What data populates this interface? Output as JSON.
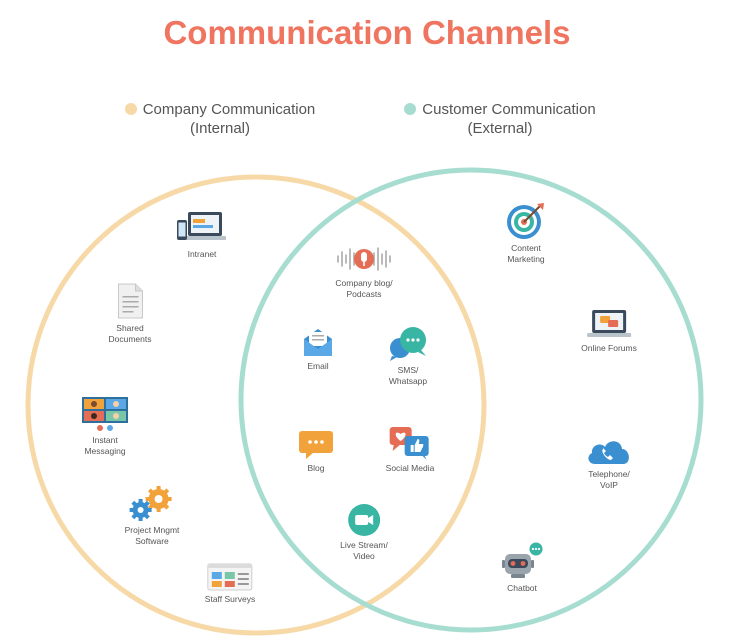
{
  "title": "Communication Channels",
  "colors": {
    "title": "#f07560",
    "internal": "#f7d9a8",
    "external": "#a7ddd0"
  },
  "legend": {
    "internal": {
      "line1": "Company Communication",
      "line2": "(Internal)"
    },
    "external": {
      "line1": "Customer Communication",
      "line2": "(External)"
    }
  },
  "internal": [
    {
      "label": "Intranet",
      "icon": "laptop-phone-icon"
    },
    {
      "label": "Shared\nDocuments",
      "icon": "document-icon"
    },
    {
      "label": "Instant\nMessaging",
      "icon": "video-call-icon"
    },
    {
      "label": "Project Mngmt\nSoftware",
      "icon": "gears-icon"
    },
    {
      "label": "Staff Surveys",
      "icon": "survey-icon"
    }
  ],
  "shared": [
    {
      "label": "Company blog/\nPodcasts",
      "icon": "podcast-mic-icon"
    },
    {
      "label": "Email",
      "icon": "email-icon"
    },
    {
      "label": "SMS/\nWhatsapp",
      "icon": "chat-bubbles-icon"
    },
    {
      "label": "Blog",
      "icon": "blog-bubble-icon"
    },
    {
      "label": "Social Media",
      "icon": "social-media-icon"
    },
    {
      "label": "Live Stream/\nVideo",
      "icon": "video-camera-icon"
    }
  ],
  "external": [
    {
      "label": "Content\nMarketing",
      "icon": "target-icon"
    },
    {
      "label": "Online Forums",
      "icon": "laptop-chat-icon"
    },
    {
      "label": "Telephone/\nVoIP",
      "icon": "cloud-phone-icon"
    },
    {
      "label": "Chatbot",
      "icon": "robot-icon"
    }
  ]
}
